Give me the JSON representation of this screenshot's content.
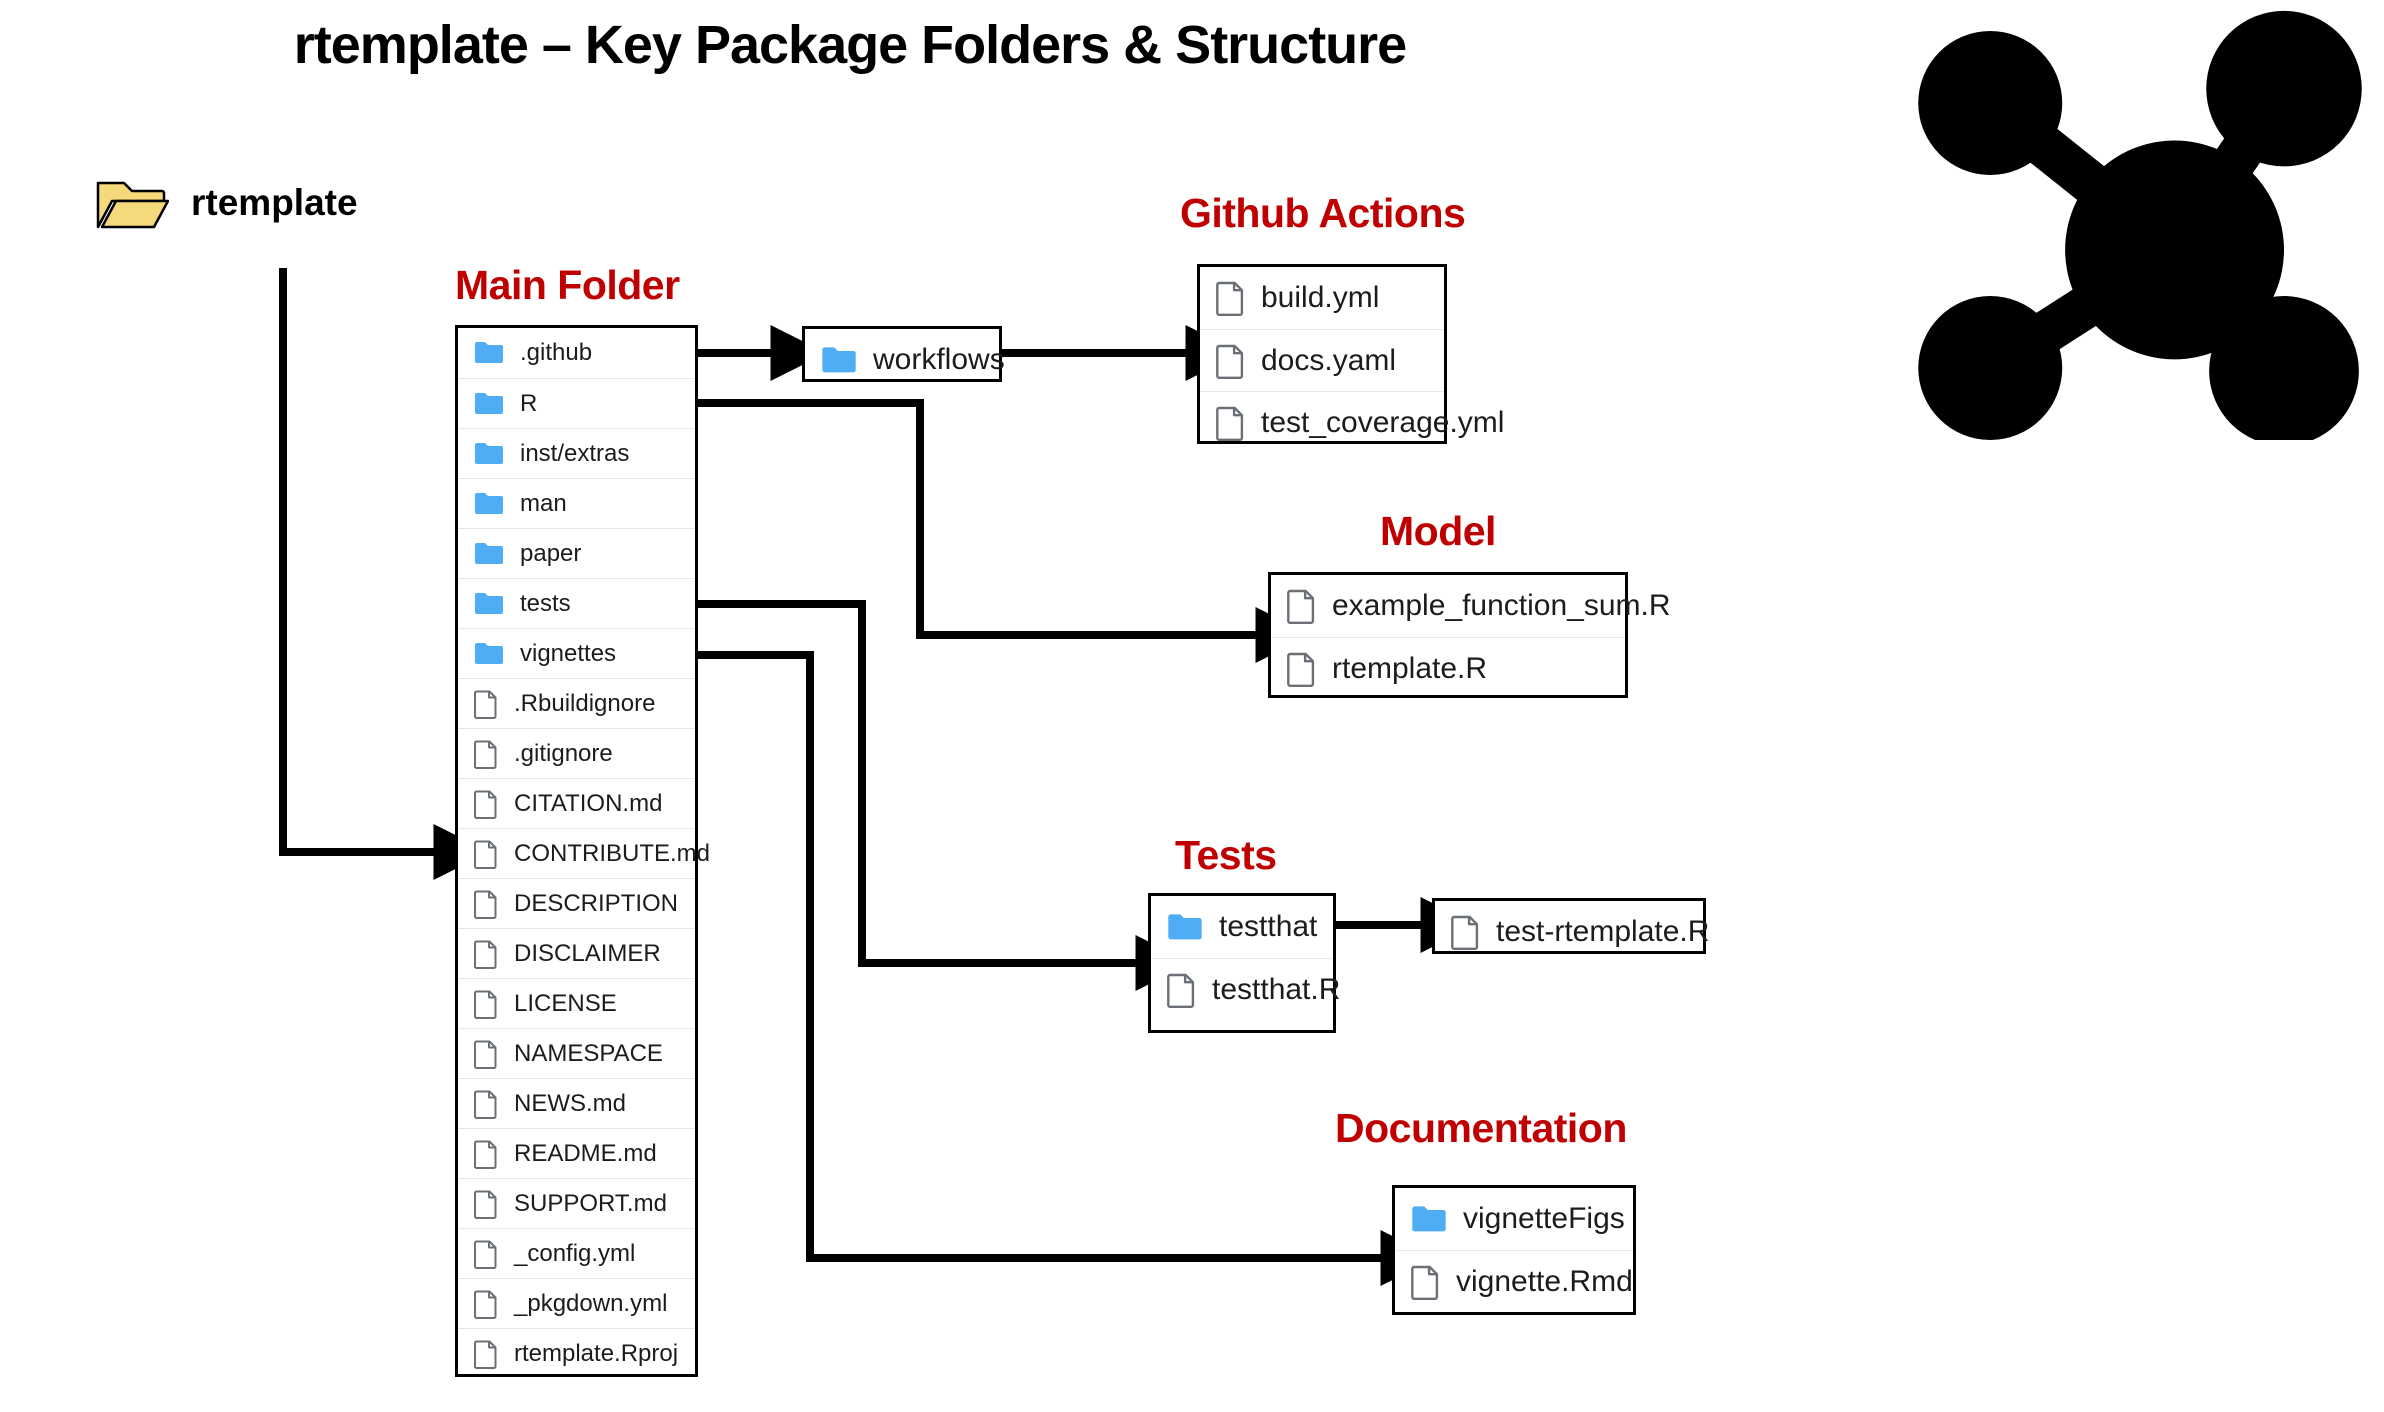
{
  "title": "rtemplate – Key Package Folders & Structure",
  "accent_red": "#C00000",
  "folder_blue": "#4FADF5",
  "root": {
    "label": "rtemplate",
    "icon": "open-folder-icon"
  },
  "sections": {
    "main_folder": "Main Folder",
    "github_actions": "Github Actions",
    "model": "Model",
    "tests": "Tests",
    "documentation": "Documentation"
  },
  "main_folder_items": [
    {
      "name": ".github",
      "type": "folder"
    },
    {
      "name": "R",
      "type": "folder"
    },
    {
      "name": "inst/extras",
      "type": "folder"
    },
    {
      "name": "man",
      "type": "folder"
    },
    {
      "name": "paper",
      "type": "folder"
    },
    {
      "name": "tests",
      "type": "folder"
    },
    {
      "name": "vignettes",
      "type": "folder"
    },
    {
      "name": ".Rbuildignore",
      "type": "file"
    },
    {
      "name": ".gitignore",
      "type": "file"
    },
    {
      "name": "CITATION.md",
      "type": "file"
    },
    {
      "name": "CONTRIBUTE.md",
      "type": "file"
    },
    {
      "name": "DESCRIPTION",
      "type": "file"
    },
    {
      "name": "DISCLAIMER",
      "type": "file"
    },
    {
      "name": "LICENSE",
      "type": "file"
    },
    {
      "name": "NAMESPACE",
      "type": "file"
    },
    {
      "name": "NEWS.md",
      "type": "file"
    },
    {
      "name": "README.md",
      "type": "file"
    },
    {
      "name": "SUPPORT.md",
      "type": "file"
    },
    {
      "name": "_config.yml",
      "type": "file"
    },
    {
      "name": "_pkgdown.yml",
      "type": "file"
    },
    {
      "name": "rtemplate.Rproj",
      "type": "file"
    }
  ],
  "workflows_items": [
    {
      "name": "workflows",
      "type": "folder"
    }
  ],
  "github_actions_items": [
    {
      "name": "build.yml",
      "type": "file"
    },
    {
      "name": "docs.yaml",
      "type": "file"
    },
    {
      "name": "test_coverage.yml",
      "type": "file"
    }
  ],
  "model_items": [
    {
      "name": "example_function_sum.R",
      "type": "file"
    },
    {
      "name": "rtemplate.R",
      "type": "file"
    }
  ],
  "tests_items": [
    {
      "name": "testthat",
      "type": "folder"
    },
    {
      "name": "testthat.R",
      "type": "file"
    }
  ],
  "test_file_items": [
    {
      "name": "test-rtemplate.R",
      "type": "file"
    }
  ],
  "documentation_items": [
    {
      "name": "vignetteFigs",
      "type": "folder"
    },
    {
      "name": "vignette.Rmd",
      "type": "file"
    }
  ],
  "logo": {
    "icon": "network-hub-icon"
  }
}
